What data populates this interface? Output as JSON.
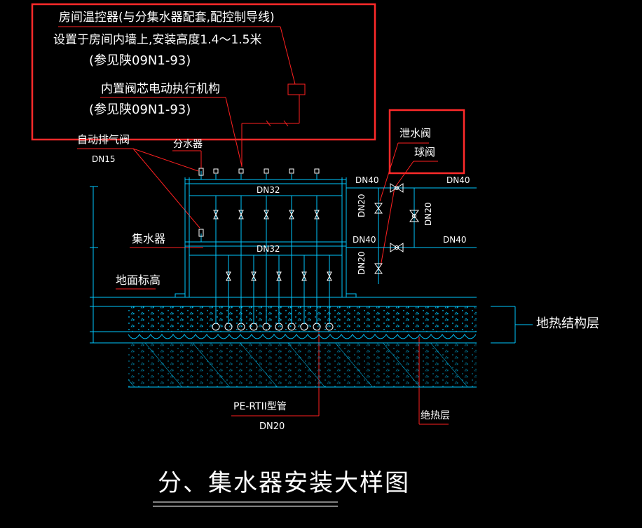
{
  "title": "分、集水器安装大样图",
  "notes": {
    "thermostat_line1": "房间温控器(与分集水器配套,配控制导线)",
    "thermostat_line2": "设置于房间内墙上,安装高度1.4～1.5米",
    "thermostat_ref": "(参见陕09N1-93)",
    "actuator_line1": "内置阀芯电动执行机构",
    "actuator_ref": "(参见陕09N1-93)"
  },
  "labels": {
    "auto_air_vent": "自动排气阀",
    "auto_air_vent_size": "DN15",
    "supply_manifold": "分水器",
    "return_manifold": "集水器",
    "floor_level": "地面标高",
    "drain_valve": "泄水阀",
    "ball_valve": "球阀",
    "supply_header_size": "DN32",
    "return_header_size": "DN32",
    "supply_in_left": "DN40",
    "supply_in_right": "DN40",
    "return_out_left": "DN40",
    "return_out_right": "DN40",
    "drain_upper": "DN20",
    "drain_lower": "DN20",
    "bypass": "DN20",
    "floor_heating_layers": "地热结构层",
    "pipe_type": "PE-RTII型管",
    "pipe_size": "DN20",
    "insulation": "绝热层"
  },
  "colors": {
    "background": "#000000",
    "pipe_cyan": "#00c8ff",
    "leader_red": "#ff2020",
    "highlight_box": "#ff2a2a",
    "text_white": "#ffffff",
    "valve_white": "#ffffff"
  }
}
